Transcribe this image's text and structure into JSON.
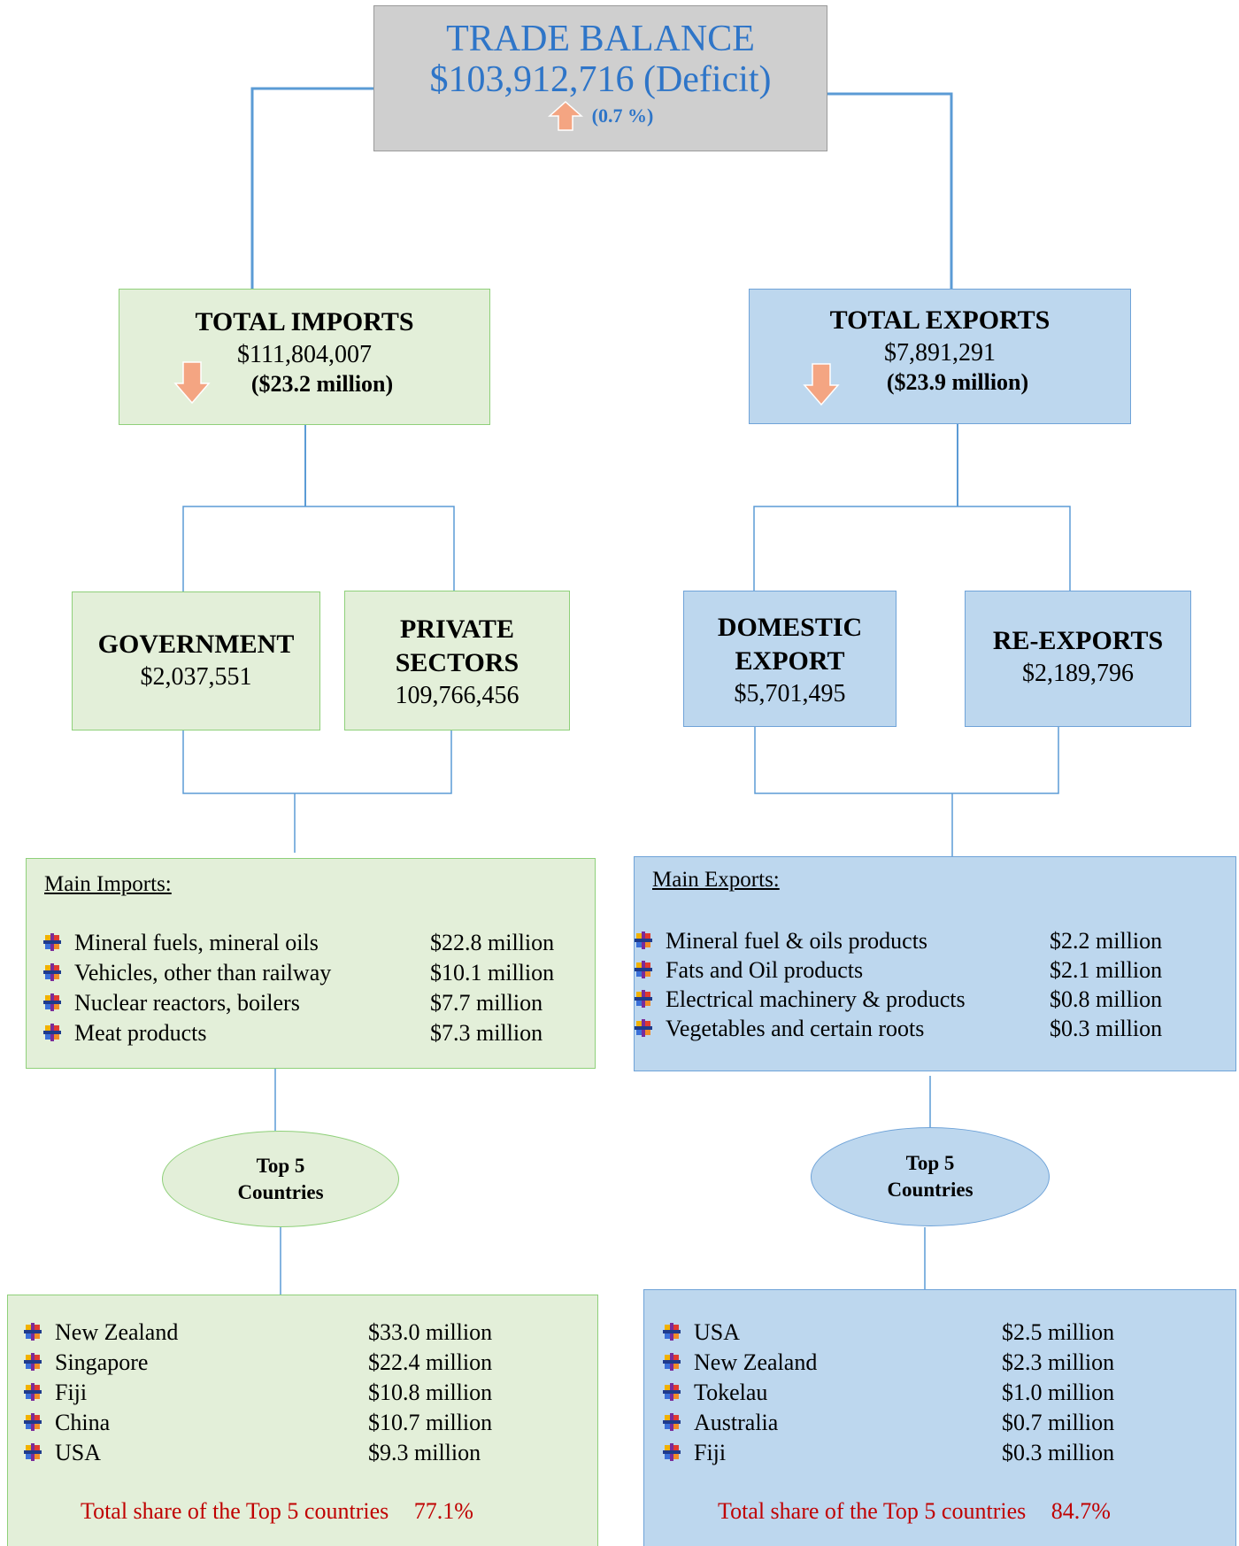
{
  "trade_balance": {
    "title": "TRADE BALANCE",
    "amount": "$103,912,716 (Deficit)",
    "change": "(0.7 %)",
    "change_direction": "up-arrow-icon"
  },
  "imports": {
    "title": "TOTAL IMPORTS",
    "amount": "$111,804,007",
    "change": "($23.2 million)",
    "change_direction": "down-arrow-icon",
    "government": {
      "title": "GOVERNMENT",
      "amount": "$2,037,551"
    },
    "private": {
      "title_line1": "PRIVATE",
      "title_line2": "SECTORS",
      "amount": "109,766,456"
    },
    "main_title": "Main Imports:",
    "main_items": [
      {
        "name": "Mineral fuels, mineral oils",
        "value": "$22.8 million"
      },
      {
        "name": "Vehicles, other than railway",
        "value": "$10.1 million"
      },
      {
        "name": "Nuclear reactors, boilers",
        "value": "$7.7 million"
      },
      {
        "name": "Meat products",
        "value": "$7.3 million"
      }
    ],
    "top5_label_line1": "Top 5",
    "top5_label_line2": "Countries",
    "countries": [
      {
        "name": "New Zealand",
        "value": "$33.0 million"
      },
      {
        "name": "Singapore",
        "value": "$22.4 million"
      },
      {
        "name": "Fiji",
        "value": "$10.8 million"
      },
      {
        "name": "China",
        "value": "$10.7 million"
      },
      {
        "name": "USA",
        "value": "$9.3 million"
      }
    ],
    "share_label": "Total share of the Top 5 countries",
    "share_value": "77.1%"
  },
  "exports": {
    "title": "TOTAL EXPORTS",
    "amount": "$7,891,291",
    "change": "($23.9 million)",
    "change_direction": "down-arrow-icon",
    "domestic": {
      "title_line1": "DOMESTIC",
      "title_line2": "EXPORT",
      "amount": "$5,701,495"
    },
    "reexports": {
      "title": "RE-EXPORTS",
      "amount": "$2,189,796"
    },
    "main_title": "Main Exports:",
    "main_items": [
      {
        "name": "Mineral fuel & oils products",
        "value": "$2.2 million"
      },
      {
        "name": "Fats and Oil products",
        "value": "$2.1 million"
      },
      {
        "name": "Electrical machinery & products",
        "value": "$0.8 million"
      },
      {
        "name": "Vegetables and certain roots",
        "value": "$0.3 million"
      }
    ],
    "top5_label_line1": "Top 5",
    "top5_label_line2": "Countries",
    "countries": [
      {
        "name": "USA",
        "value": "$2.5 million"
      },
      {
        "name": "New Zealand",
        "value": "$2.3 million"
      },
      {
        "name": "Tokelau",
        "value": "$1.0 million"
      },
      {
        "name": "Australia",
        "value": "$0.7 million"
      },
      {
        "name": "Fiji",
        "value": "$0.3 million"
      }
    ],
    "share_label": "Total share of the Top 5 countries",
    "share_value": "84.7%"
  },
  "colors": {
    "connector": "#5b9bd5",
    "green_fill": "#e3efd9",
    "blue_fill": "#bdd7ee",
    "gray_fill": "#cfcfcf",
    "title_blue": "#2e75c8",
    "arrow_orange": "#f4a582",
    "share_red": "#c00000"
  }
}
